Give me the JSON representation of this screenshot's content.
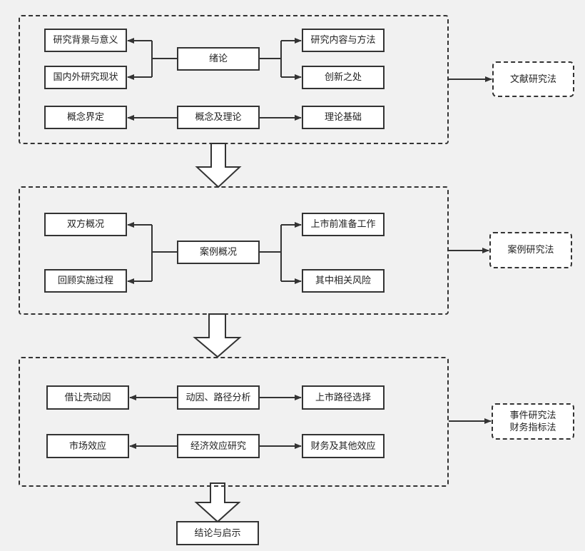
{
  "sections": [
    {
      "rows": [
        {
          "center": "绪论",
          "left": [
            "研究背景与意义",
            "国内外研究现状"
          ],
          "right": [
            "研究内容与方法",
            "创新之处"
          ]
        },
        {
          "center": "概念及理论",
          "left": [
            "概念界定"
          ],
          "right": [
            "理论基础"
          ]
        }
      ],
      "method": [
        "文献研究法"
      ]
    },
    {
      "rows": [
        {
          "center": "案例概况",
          "left": [
            "双方概况",
            "回顾实施过程"
          ],
          "right": [
            "上市前准备工作",
            "其中相关风险"
          ]
        }
      ],
      "method": [
        "案例研究法"
      ]
    },
    {
      "rows": [
        {
          "center": "动因、路径分析",
          "left": [
            "借让壳动因"
          ],
          "right": [
            "上市路径选择"
          ]
        },
        {
          "center": "经济效应研究",
          "left": [
            "市场效应"
          ],
          "right": [
            "财务及其他效应"
          ]
        }
      ],
      "method": [
        "事件研究法",
        "财务指标法"
      ]
    }
  ],
  "conclusion": "结论与启示",
  "colors": {
    "line": "#333333",
    "box_fill": "#ffffff",
    "background": "#f1f1f1"
  }
}
